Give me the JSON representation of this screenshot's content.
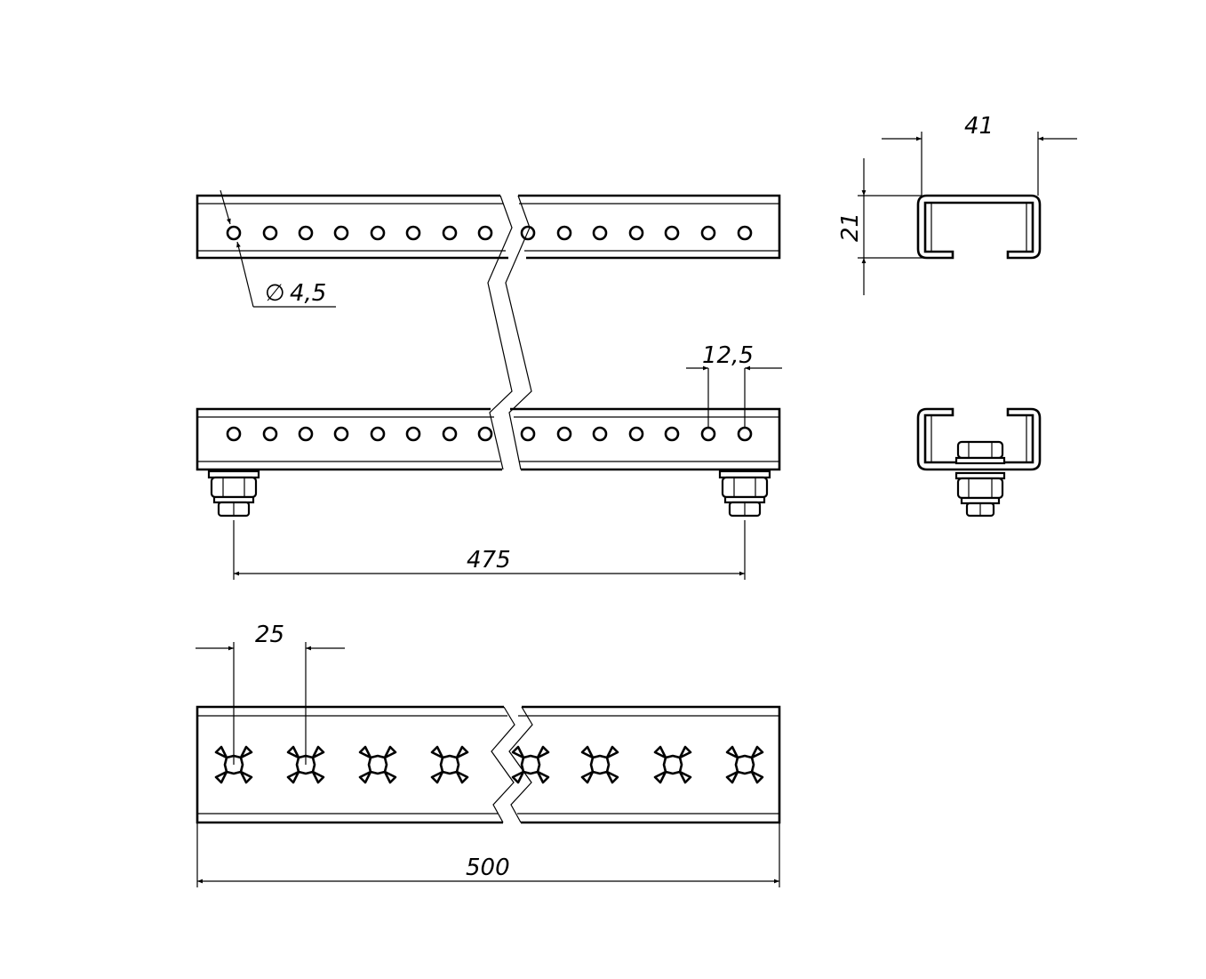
{
  "title": "Perforated strut channel drawing",
  "colors": {
    "line": "#000000",
    "background": "#ffffff"
  },
  "dimensions": {
    "width_41": "41",
    "height_21": "21",
    "hole_diameter": "4,5",
    "diameter_symbol": "∅",
    "hole_pitch_top": "12,5",
    "bolt_spacing": "475",
    "slot_pitch": "25",
    "length": "500"
  },
  "views": {
    "top_hole_count": 15,
    "middle_hole_count": 15,
    "bottom_slot_count": 8
  }
}
